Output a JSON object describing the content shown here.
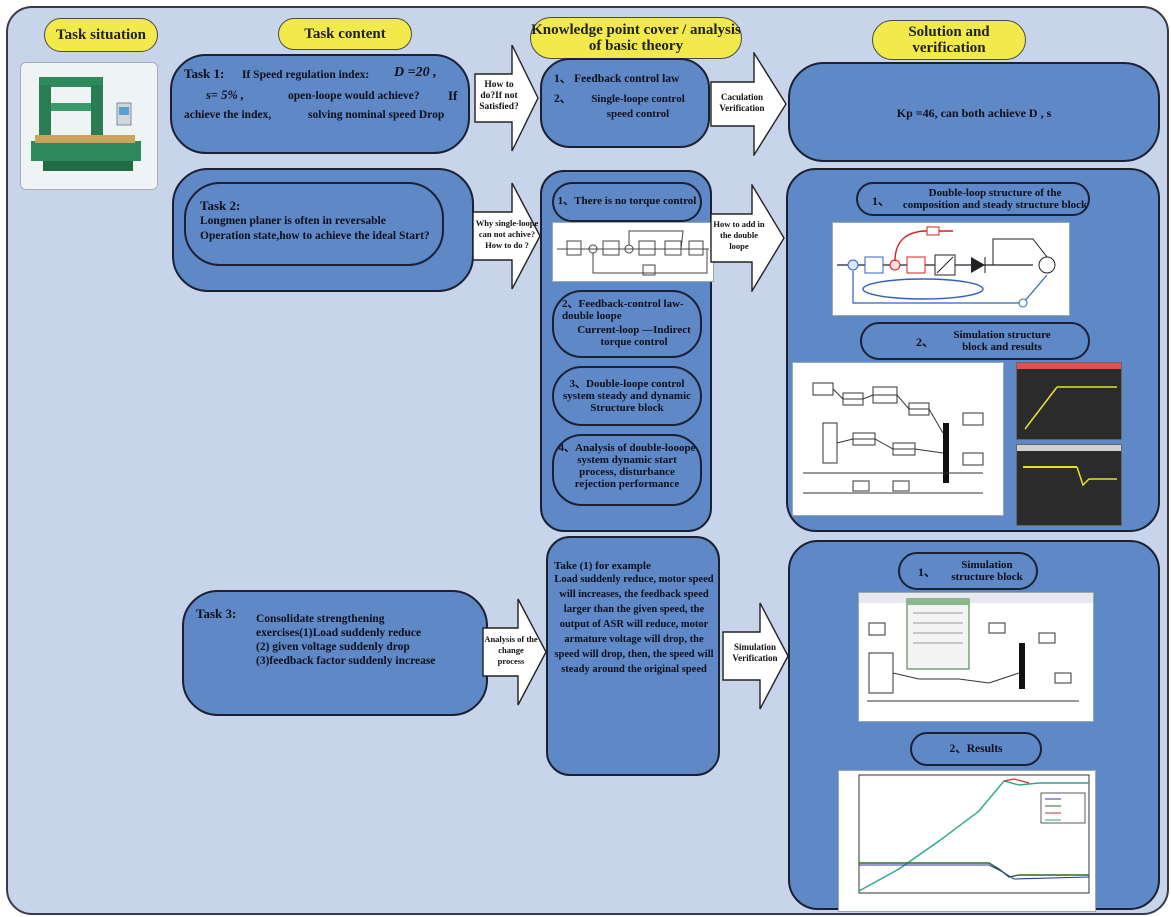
{
  "headers": {
    "task_situation": "Task situation",
    "task_content": "Task content",
    "knowledge": "Knowledge point cover / analysis of basic theory",
    "solution": "Solution and verification"
  },
  "task1": {
    "label": "Task 1:",
    "line1": "If Speed regulation index:",
    "d_val": "D =20 ,",
    "line2a": "s= 5% ,",
    "line2b": "open-loope would achieve?",
    "line2c": "If",
    "line3a": "achieve the index,",
    "line3b": "solving nominal speed Drop",
    "arrow1": "How to do?If not Satisfied?",
    "k1": "1、  Feedback control law",
    "k2a": "2、",
    "k2b": "Single-loope control speed control",
    "arrow2": "Caculation Verification",
    "solution": "Kp =46, can both achieve D , s"
  },
  "task2": {
    "label": "Task 2:",
    "text": "Longmen planer is often in reversable Operation state,how to achieve the ideal Start?",
    "arrow1": "Why single-loope can not achive? How to do ?",
    "k1": "1、There is no torque control",
    "k2a": "2、Feedback-control law-double loope",
    "k2b": "Current-loop —Indirect torque control",
    "k3": "3、Double-loope control system steady and dynamic Structure block",
    "k4": "4、Analysis of double-looope system dynamic start process, disturbance rejection performance",
    "arrow2": "How to add in the double loope",
    "sol1a": "1、",
    "sol1b": "Double-loop structure of the composition and steady structure block",
    "sol2a": "2、",
    "sol2b": "Simulation structure block and results"
  },
  "task3": {
    "label": "Task 3:",
    "text1": "Consolidate strengthening",
    "text2": "exercises(1)Load suddenly reduce",
    "text3": "(2) given voltage suddenly drop",
    "text4": "(3)feedback factor suddenly increase",
    "arrow1": "Analysis of the change process",
    "k_title": "Take (1) for example",
    "k_body": "Load suddenly reduce, motor speed will increases, the feedback speed larger than the given speed, the output of ASR will reduce, motor armature voltage will drop, the speed will drop, then, the speed will steady around the original speed",
    "arrow2": "Simulation Verification",
    "sol1a": "1、",
    "sol1b": "Simulation structure block",
    "sol2": "2、Results"
  },
  "colors": {
    "frame": "#c7d4e9",
    "box": "#5e88c6",
    "pill": "#f2ea4a"
  }
}
